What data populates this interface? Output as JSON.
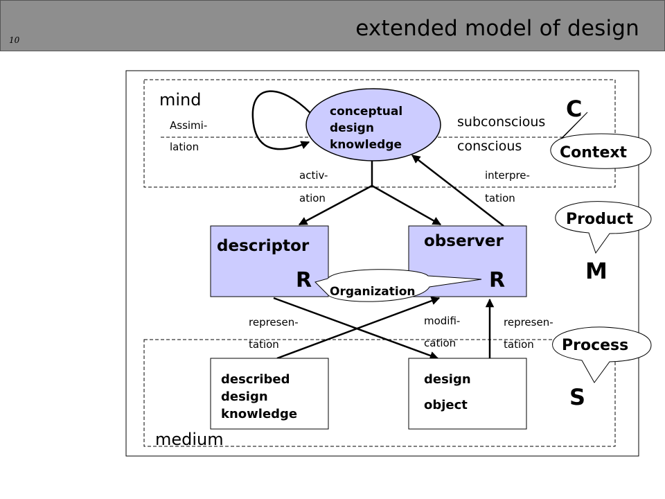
{
  "slide": {
    "number": "10",
    "title": "extended model of design"
  },
  "diagram": {
    "regions": {
      "mind": "mind",
      "medium": "medium"
    },
    "nodes": {
      "concept": [
        "conceptual",
        "design",
        "knowledge"
      ],
      "descriptor": "descriptor",
      "observer": "observer",
      "descriptor_r": "R",
      "observer_r": "R",
      "described": [
        "described",
        "design",
        "knowledge"
      ],
      "design_object": [
        "design",
        "object"
      ]
    },
    "labels": {
      "assimilation": [
        "Assimi-",
        "lation"
      ],
      "subconscious": "subconscious",
      "conscious": "conscious",
      "activation": [
        "activ-",
        "ation"
      ],
      "interpretation": [
        "interpre-",
        "tation"
      ],
      "representation_left": [
        "represen-",
        "tation"
      ],
      "modification": [
        "modifi-",
        "cation"
      ],
      "representation_right": [
        "represen-",
        "tation"
      ]
    },
    "callouts": {
      "context": "Context",
      "product": "Product",
      "process": "Process",
      "organization": "Organization"
    },
    "letters": {
      "c": "C",
      "m": "M",
      "s": "S"
    },
    "colors": {
      "node_fill": "#ccccff",
      "header_bg": "#8e8e8e"
    }
  }
}
